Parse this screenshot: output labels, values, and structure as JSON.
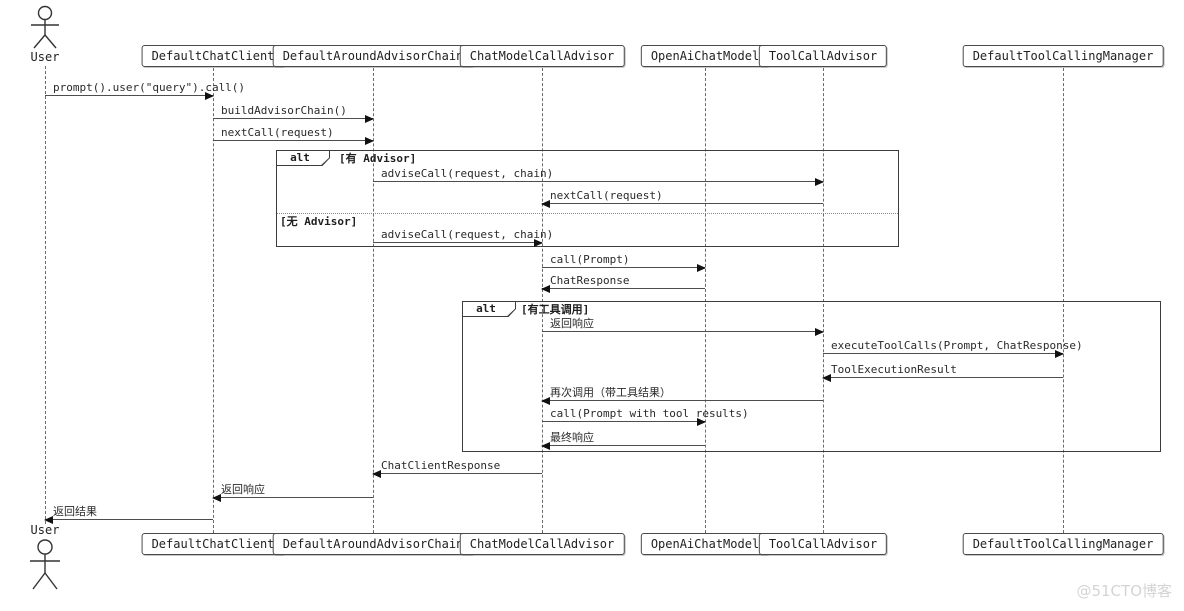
{
  "diagram": {
    "type": "uml-sequence-diagram",
    "actor": {
      "name": "User"
    },
    "participants": [
      {
        "name": "DefaultChatClient"
      },
      {
        "name": "DefaultAroundAdvisorChain"
      },
      {
        "name": "ChatModelCallAdvisor"
      },
      {
        "name": "OpenAiChatModel"
      },
      {
        "name": "ToolCallAdvisor"
      },
      {
        "name": "DefaultToolCallingManager"
      }
    ],
    "frames": [
      {
        "keyword": "alt",
        "conditions": [
          "[有 Advisor]",
          "[无 Advisor]"
        ]
      },
      {
        "keyword": "alt",
        "conditions": [
          "[有工具调用]"
        ]
      }
    ],
    "messages": [
      {
        "from": "User",
        "to": "DefaultChatClient",
        "label": "prompt().user(\"query\").call()"
      },
      {
        "from": "DefaultChatClient",
        "to": "DefaultAroundAdvisorChain",
        "label": "buildAdvisorChain()"
      },
      {
        "from": "DefaultChatClient",
        "to": "DefaultAroundAdvisorChain",
        "label": "nextCall(request)"
      },
      {
        "from": "DefaultAroundAdvisorChain",
        "to": "ToolCallAdvisor",
        "label": "adviseCall(request, chain)"
      },
      {
        "from": "ToolCallAdvisor",
        "to": "ChatModelCallAdvisor",
        "label": "nextCall(request)"
      },
      {
        "from": "DefaultAroundAdvisorChain",
        "to": "ChatModelCallAdvisor",
        "label": "adviseCall(request, chain)"
      },
      {
        "from": "ChatModelCallAdvisor",
        "to": "OpenAiChatModel",
        "label": "call(Prompt)"
      },
      {
        "from": "OpenAiChatModel",
        "to": "ChatModelCallAdvisor",
        "label": "ChatResponse"
      },
      {
        "from": "ChatModelCallAdvisor",
        "to": "ToolCallAdvisor",
        "label": "返回响应"
      },
      {
        "from": "ToolCallAdvisor",
        "to": "DefaultToolCallingManager",
        "label": "executeToolCalls(Prompt, ChatResponse)"
      },
      {
        "from": "DefaultToolCallingManager",
        "to": "ToolCallAdvisor",
        "label": "ToolExecutionResult"
      },
      {
        "from": "ToolCallAdvisor",
        "to": "ChatModelCallAdvisor",
        "label": "再次调用（带工具结果）"
      },
      {
        "from": "ChatModelCallAdvisor",
        "to": "OpenAiChatModel",
        "label": "call(Prompt with tool results)"
      },
      {
        "from": "OpenAiChatModel",
        "to": "ChatModelCallAdvisor",
        "label": "最终响应"
      },
      {
        "from": "ChatModelCallAdvisor",
        "to": "DefaultAroundAdvisorChain",
        "label": "ChatClientResponse"
      },
      {
        "from": "DefaultAroundAdvisorChain",
        "to": "DefaultChatClient",
        "label": "返回响应"
      },
      {
        "from": "DefaultChatClient",
        "to": "User",
        "label": "返回结果"
      }
    ],
    "colors": {
      "line": "#4d4d4d",
      "border": "#4a4a4a",
      "text": "#1f1f1f",
      "watermark": "#d4d4d4"
    },
    "watermark": "@51CTO博客"
  }
}
